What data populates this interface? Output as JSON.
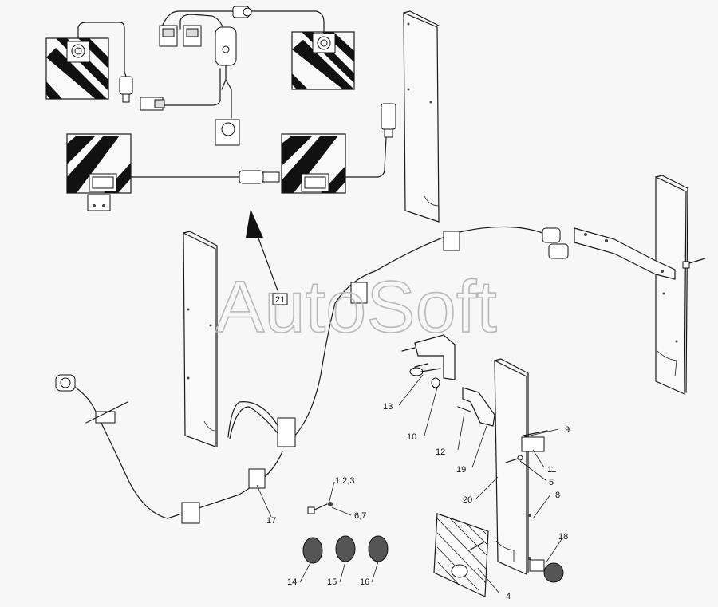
{
  "watermark": "AutoSoft",
  "callout_21": "21",
  "labels": {
    "l1": "1,2,3",
    "l4": "4",
    "l5": "5",
    "l67": "6,7",
    "l8": "8",
    "l9": "9",
    "l10": "10",
    "l11": "11",
    "l12": "12",
    "l13": "13",
    "l14": "14",
    "l15": "15",
    "l16": "16",
    "l17": "17",
    "l18": "18",
    "l19": "19",
    "l20": "20"
  }
}
